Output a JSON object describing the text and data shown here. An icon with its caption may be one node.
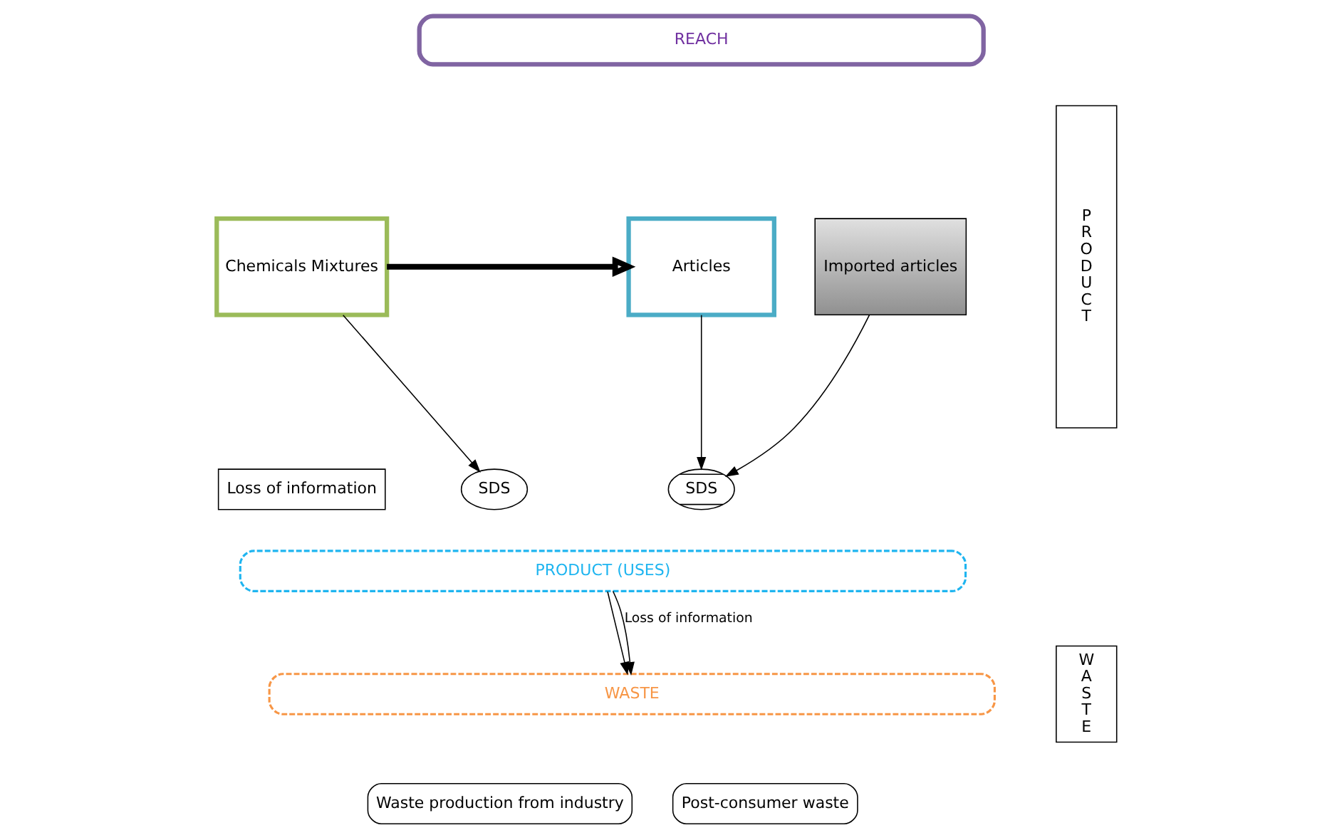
{
  "diagram": {
    "nodes": [
      {
        "text": [
          "REACH"
        ]
      },
      {
        "text": [
          "Chemicals Mixtures"
        ]
      },
      {
        "text": [
          "Loss of information"
        ]
      },
      {
        "text": [
          "Articles"
        ]
      },
      {
        "text": [
          "Imported articles"
        ]
      },
      {
        "text": [
          "SDS"
        ]
      },
      {
        "text": [
          "SDS"
        ]
      },
      {
        "text": [
          "PRODUCT (USES)"
        ]
      },
      {
        "text": [
          "WASTE"
        ]
      },
      {
        "text": [
          "Waste production from industry"
        ]
      },
      {
        "text": [
          "Post-consumer waste"
        ]
      },
      {
        "text": [
          "PRODUCT"
        ]
      },
      {
        "text": [
          "WASTE"
        ]
      }
    ],
    "edges": [
      {
        "from": 1,
        "to": 3,
        "arrow": "to",
        "style": "thick"
      },
      {
        "from": 1,
        "to": 5,
        "arrow": "to"
      },
      {
        "from": 3,
        "to": 6,
        "arrow": "to"
      },
      {
        "from": 4,
        "to": 6,
        "arrow": "to"
      },
      {
        "from": 7,
        "to": 8,
        "arrow": "to"
      },
      {
        "from": 7,
        "to": 8,
        "arrow": "to",
        "label": "Loss of information"
      }
    ]
  }
}
